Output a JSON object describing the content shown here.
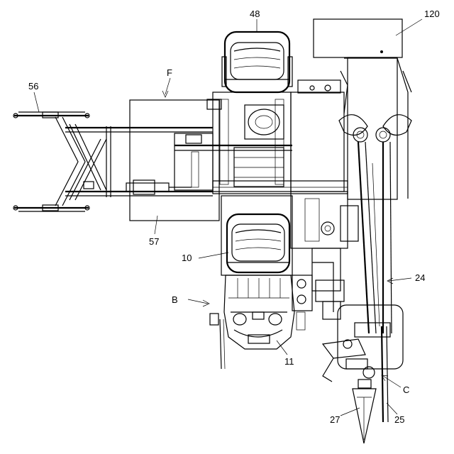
{
  "labels": {
    "l48": "48",
    "l120": "120",
    "lF": "F",
    "l56": "56",
    "l57": "57",
    "l10": "10",
    "l24": "24",
    "lB": "B",
    "l11": "11",
    "lC": "C",
    "l27": "27",
    "l25": "25"
  }
}
